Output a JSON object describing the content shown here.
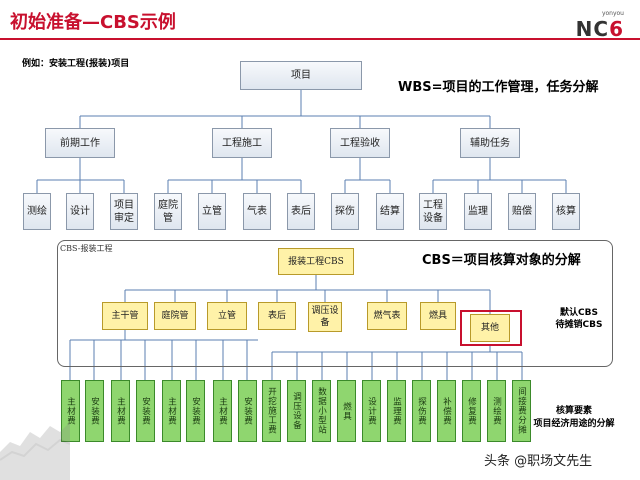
{
  "header": {
    "title": "初始准备—CBS示例",
    "logo_small": "yonyou",
    "logo_main": "NC",
    "logo_num": "6"
  },
  "example_label": "例如：安装工程(报装)项目",
  "wbs": {
    "caption": "WBS=项目的工作管理，任务分解",
    "root": "项目",
    "groups": [
      {
        "label": "前期工作",
        "children": [
          "测绘",
          "设计",
          "项目审定"
        ]
      },
      {
        "label": "工程施工",
        "children": [
          "庭院管",
          "立管",
          "气表",
          "表后"
        ]
      },
      {
        "label": "工程验收",
        "children": [
          "探伤",
          "结算"
        ]
      },
      {
        "label": "辅助任务",
        "children": [
          "工程设备",
          "监理",
          "赔偿",
          "核算"
        ]
      }
    ]
  },
  "cbs": {
    "caption": "CBS＝项目核算对象的分解",
    "frame_label": "CBS-报装工程",
    "root": "报装工程CBS",
    "children": [
      "主干管",
      "庭院管",
      "立管",
      "表后",
      "调压设备",
      "燃气表",
      "燃具",
      "其他"
    ],
    "default_note_line1": "默认CBS",
    "default_note_line2": "待摊销CBS",
    "leaves": [
      "主材费",
      "安装费",
      "主材费",
      "安装费",
      "主材费",
      "安装费",
      "主材费",
      "安装费",
      "开挖施工费",
      "调压设备",
      "数据小型站",
      "燃具",
      "设计费",
      "监理费",
      "探伤费",
      "补偿费",
      "修复费",
      "测绘费",
      "间接费分摊"
    ],
    "elements_note_line1": "核算要素",
    "elements_note_line2": "项目经济用途的分解"
  },
  "watermark": "头条 @职场文先生",
  "colors": {
    "accent": "#c8102e",
    "wbs_box": "#dfe6ef",
    "cbs_box": "#fff2a8",
    "leaf_box": "#8fd66f",
    "line": "#5b7fb0"
  }
}
